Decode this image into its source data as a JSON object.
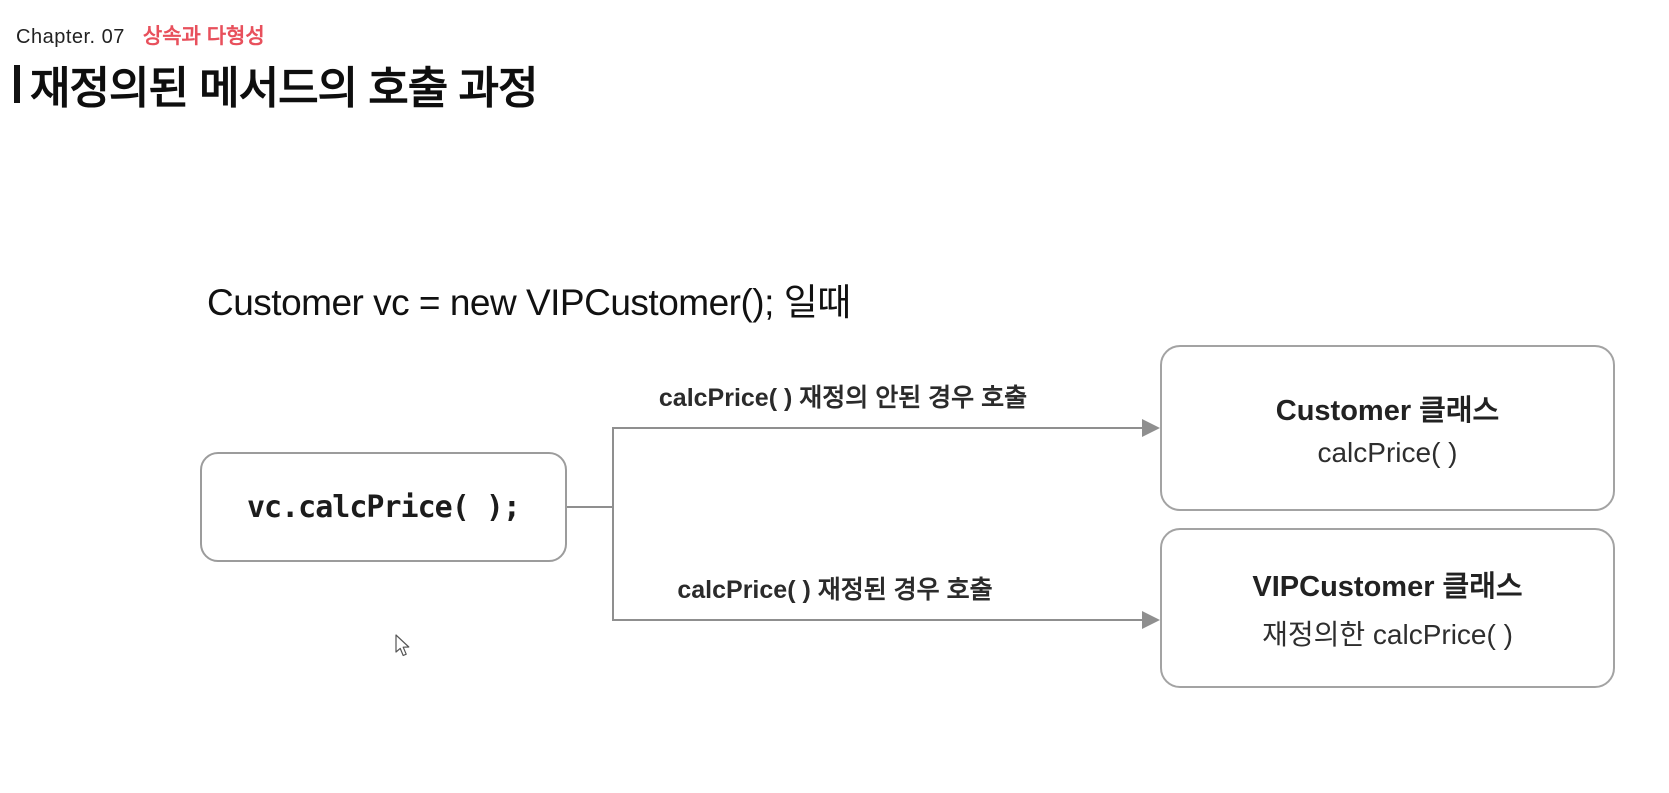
{
  "slide": {
    "chapter_label": "Chapter. 07",
    "chapter_topic": "상속과 다형성",
    "title": "재정의된 메서드의 호출 과정",
    "statement": "Customer vc = new VIPCustomer(); 일때"
  },
  "diagram": {
    "caller_box": {
      "code": "vc.calcPrice( );"
    },
    "branches": [
      {
        "label": "calcPrice( ) 재정의 안된 경우 호출",
        "target_line1": "Customer 클래스",
        "target_line2": "calcPrice( )"
      },
      {
        "label": "calcPrice( ) 재정된 경우 호출",
        "target_line1": "VIPCustomer 클래스",
        "target_line2": "재정의한 calcPrice( )"
      }
    ]
  },
  "icons": {
    "cursor": "mouse-pointer-icon",
    "arrowheads": [
      "arrowhead-right-icon",
      "arrowhead-right-icon"
    ]
  },
  "colors": {
    "accent_red": "#e8505c",
    "title_black": "#0e0e0e",
    "connector_gray": "#8f8f8f",
    "box_border_gray": "#a3a3a3",
    "code_text": "#1c1c1c",
    "background": "#ffffff"
  }
}
